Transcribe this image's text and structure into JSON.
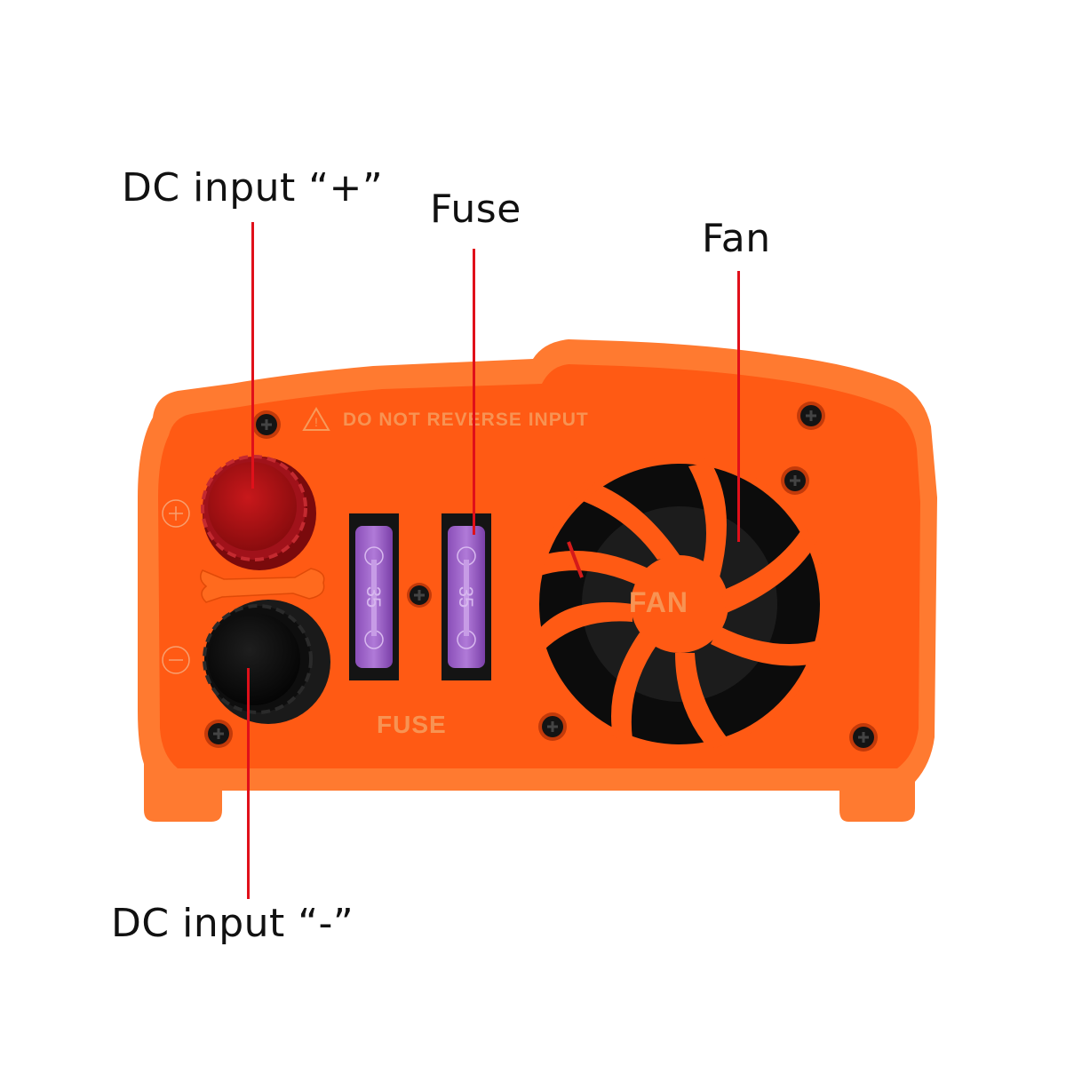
{
  "annotations": {
    "dc_plus": {
      "text": "DC input “+”"
    },
    "fuse": {
      "text": "Fuse"
    },
    "fan": {
      "text": "Fan"
    },
    "dc_minus": {
      "text": "DC input “-”"
    }
  },
  "panel": {
    "warning": "DO NOT REVERSE INPUT",
    "fuse_marking": "FUSE",
    "fan_marking": "FAN",
    "plus_symbol": "+",
    "minus_symbol": "−",
    "fuse_values": [
      "35",
      "35"
    ]
  },
  "colors": {
    "housing": "#ff5a14",
    "housing_edge": "#ff7a30",
    "leader_line": "#e0101a",
    "plus_terminal": "#b80f12",
    "minus_terminal": "#121212",
    "fuse_body": "#9b5cc4"
  }
}
